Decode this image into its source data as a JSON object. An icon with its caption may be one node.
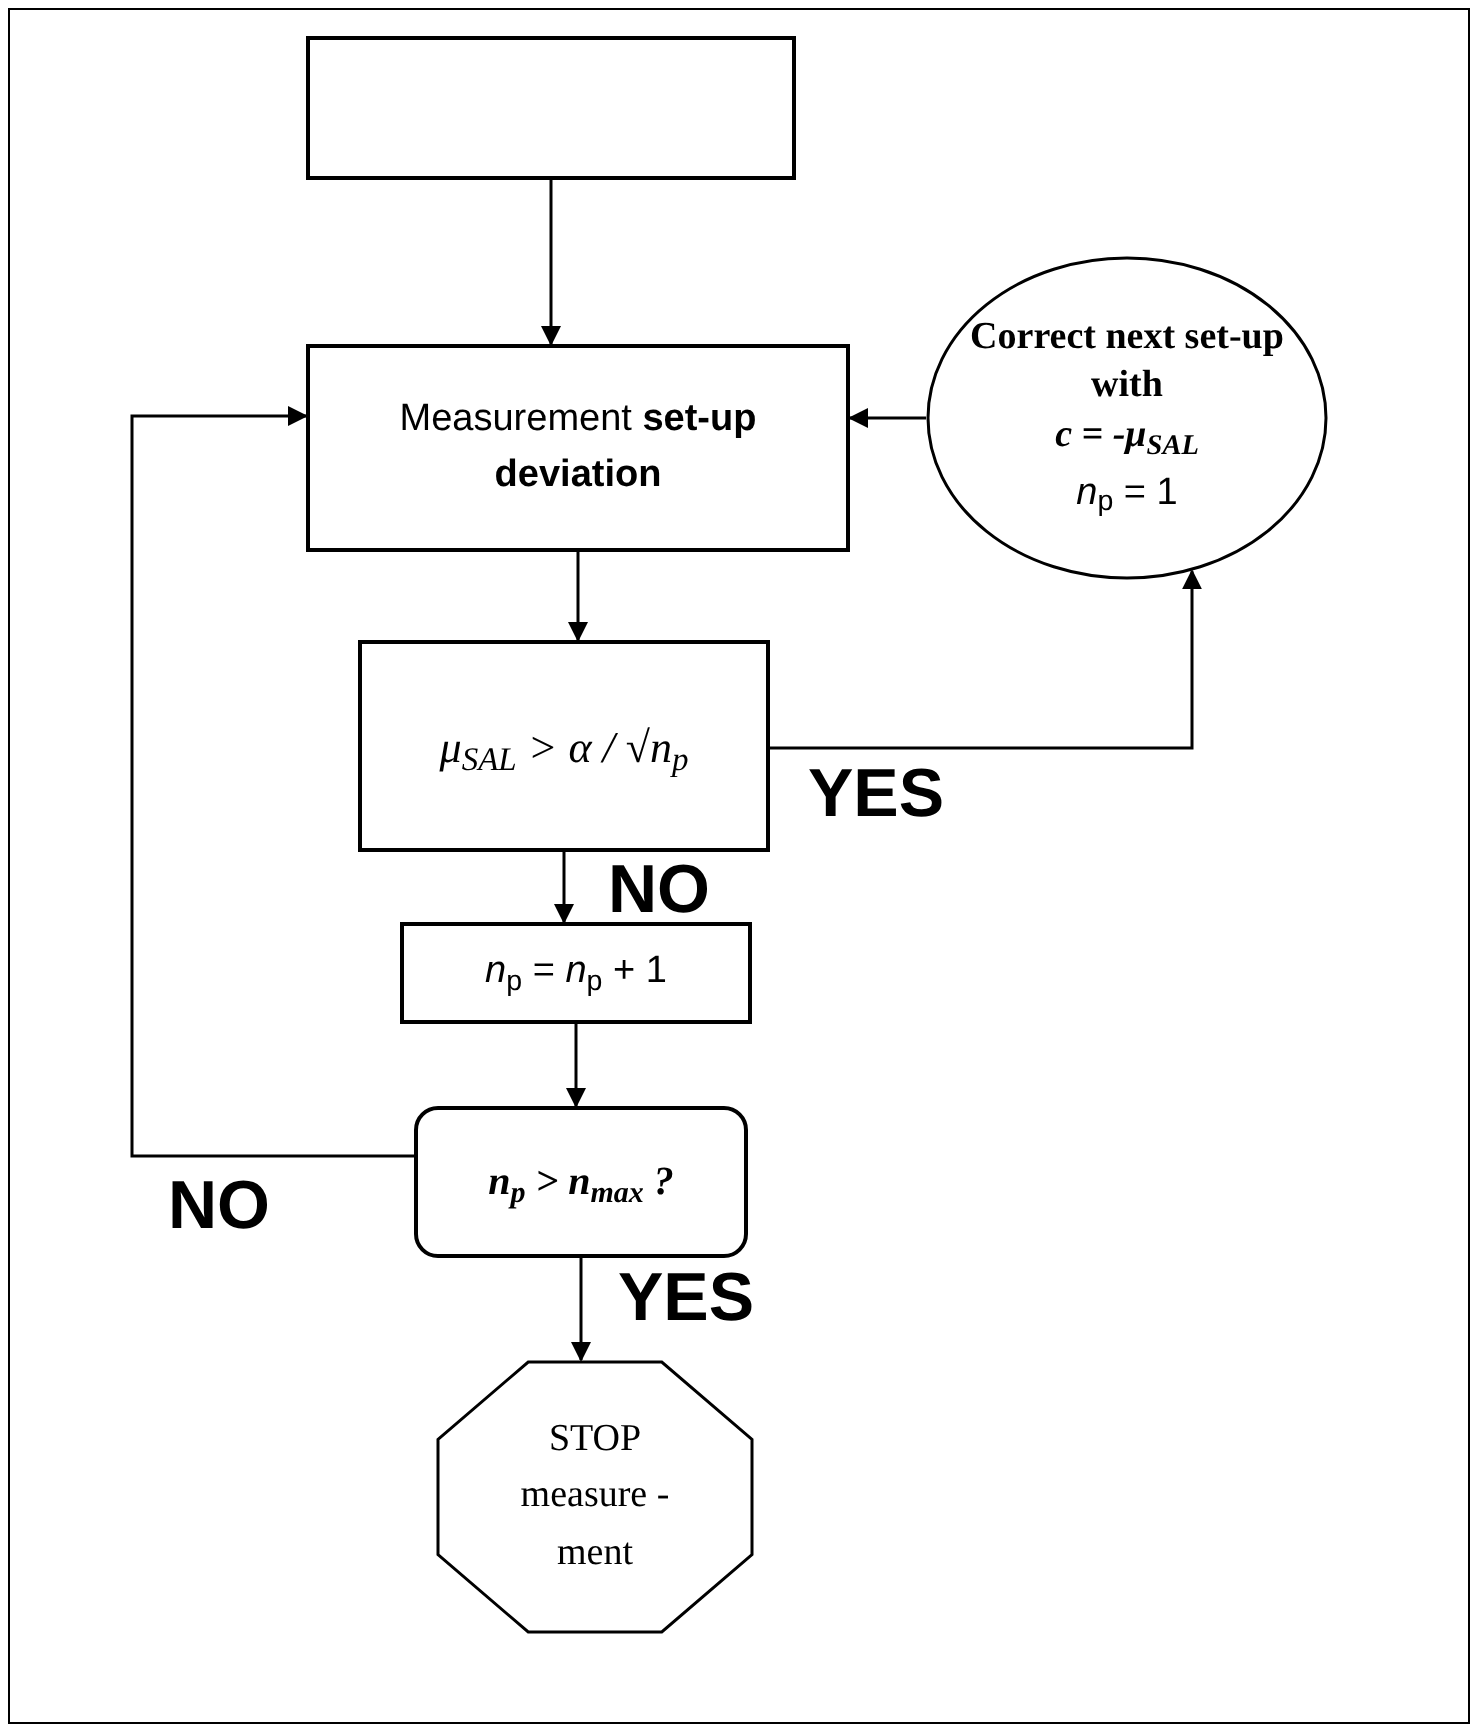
{
  "diagram": {
    "nodes": [
      {
        "text": [],
        "shape": "box"
      },
      {
        "text": [
          "Measurement **set-up deviation**"
        ]
      },
      {
        "text": [
          "Correct next set-up with",
          "*c* = -μ$_{SAL}$",
          "*n*$_{p}$ = 1"
        ]
      },
      {
        "text": [
          "μ$_{SAL}$ > α / √*n*$_{p}$"
        ]
      },
      {
        "text": [
          "*n*$_{p}$ = *n*$_{p}$ + 1"
        ]
      },
      {
        "text": [
          "*n*$_{p}$ > *n*$_{max}$ ?"
        ]
      },
      {
        "text": [
          "STOP measure -ment"
        ]
      }
    ],
    "edges": [
      {
        "from": 0,
        "to": 1,
        "arrow": "to"
      },
      {
        "from": 2,
        "to": 1,
        "arrow": "to"
      },
      {
        "from": 1,
        "to": 3,
        "arrow": "to"
      },
      {
        "from": 3,
        "to": 2,
        "arrow": "to",
        "label": "YES"
      },
      {
        "from": 3,
        "to": 4,
        "arrow": "to",
        "label": "NO"
      },
      {
        "from": 4,
        "to": 5,
        "arrow": "to"
      },
      {
        "from": 5,
        "to": 1,
        "arrow": "to",
        "label": "NO"
      },
      {
        "from": 5,
        "to": 6,
        "arrow": "to",
        "label": "YES"
      }
    ]
  }
}
